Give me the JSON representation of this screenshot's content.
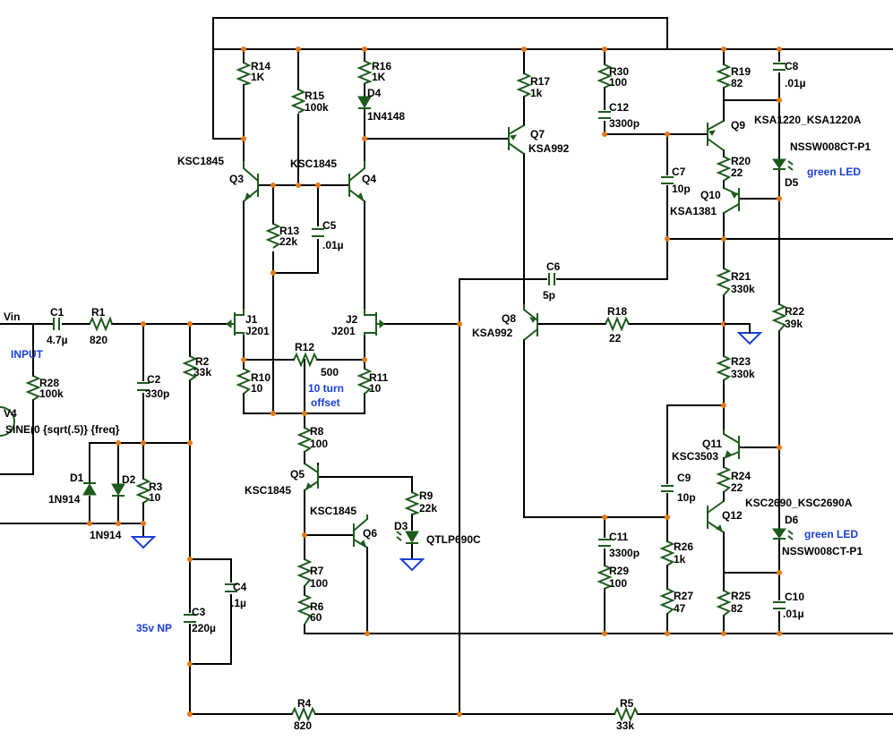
{
  "net_labels": {
    "vin": "Vin",
    "input": "INPUT"
  },
  "components": {
    "C1": {
      "ref": "C1",
      "val": "4.7µ"
    },
    "R1": {
      "ref": "R1",
      "val": "820"
    },
    "R28": {
      "ref": "R28",
      "val": "100k"
    },
    "V4": {
      "ref": "V4",
      "val": "SINE(0 {sqrt(.5)} {freq}"
    },
    "C2": {
      "ref": "C2",
      "val": "330p"
    },
    "R2": {
      "ref": "R2",
      "val": "33k"
    },
    "D1": {
      "ref": "D1",
      "val": "1N914"
    },
    "D2": {
      "ref": "D2",
      "val": "1N914"
    },
    "R3": {
      "ref": "R3",
      "val": "10"
    },
    "C3": {
      "ref": "C3",
      "val": "220µ",
      "note": "35v NP"
    },
    "C4": {
      "ref": "C4",
      "val": ".1µ"
    },
    "R4": {
      "ref": "R4",
      "val": "820"
    },
    "R5": {
      "ref": "R5",
      "val": "33k"
    },
    "R14": {
      "ref": "R14",
      "val": "1K"
    },
    "R15": {
      "ref": "R15",
      "val": "100k"
    },
    "R16": {
      "ref": "R16",
      "val": "1K"
    },
    "D4": {
      "ref": "D4",
      "val": "1N4148"
    },
    "Q3": {
      "ref": "Q3",
      "val": "KSC1845"
    },
    "Q4": {
      "ref": "Q4",
      "val": "KSC1845"
    },
    "R13": {
      "ref": "R13",
      "val": "22k"
    },
    "C5": {
      "ref": "C5",
      "val": ".01µ"
    },
    "J1": {
      "ref": "J1",
      "val": "J201"
    },
    "J2": {
      "ref": "J2",
      "val": "J201"
    },
    "R12": {
      "ref": "R12",
      "val": "500",
      "note1": "10 turn",
      "note2": "offset"
    },
    "R10": {
      "ref": "R10",
      "val": "10"
    },
    "R11": {
      "ref": "R11",
      "val": "10"
    },
    "R8": {
      "ref": "R8",
      "val": "100"
    },
    "Q5": {
      "ref": "Q5",
      "val": "KSC1845"
    },
    "Q6": {
      "ref": "Q6",
      "val": "KSC1845"
    },
    "R9": {
      "ref": "R9",
      "val": "22k"
    },
    "D3": {
      "ref": "D3",
      "val": "QTLP690C"
    },
    "R7": {
      "ref": "R7",
      "val": "100"
    },
    "R6": {
      "ref": "R6",
      "val": "60"
    },
    "R17": {
      "ref": "R17",
      "val": "1k"
    },
    "Q7": {
      "ref": "Q7",
      "val": "KSA992"
    },
    "Q8": {
      "ref": "Q8",
      "val": "KSA992"
    },
    "C6": {
      "ref": "C6",
      "val": "5p"
    },
    "R18": {
      "ref": "R18",
      "val": "22"
    },
    "R30": {
      "ref": "R30",
      "val": "100"
    },
    "C12": {
      "ref": "C12",
      "val": "3300p"
    },
    "C7": {
      "ref": "C7",
      "val": "10p"
    },
    "R19": {
      "ref": "R19",
      "val": "82"
    },
    "C8": {
      "ref": "C8",
      "val": ".01µ"
    },
    "Q9": {
      "ref": "Q9",
      "val": "KSA1220_KSA1220A"
    },
    "R20": {
      "ref": "R20",
      "val": "22"
    },
    "Q10": {
      "ref": "Q10",
      "val": "KSA1381"
    },
    "D5": {
      "ref": "D5",
      "val": "NSSW008CT-P1",
      "note": "green LED"
    },
    "R21": {
      "ref": "R21",
      "val": "330k"
    },
    "R22": {
      "ref": "R22",
      "val": "39k"
    },
    "R23": {
      "ref": "R23",
      "val": "330k"
    },
    "Q11": {
      "ref": "Q11",
      "val": "KSC3503"
    },
    "R24": {
      "ref": "R24",
      "val": "22"
    },
    "C9": {
      "ref": "C9",
      "val": "10p"
    },
    "Q12": {
      "ref": "Q12",
      "val": "KSC2690_KSC2690A"
    },
    "D6": {
      "ref": "D6",
      "val": "NSSW008CT-P1",
      "note": "green LED"
    },
    "C11": {
      "ref": "C11",
      "val": "3300p"
    },
    "R29": {
      "ref": "R29",
      "val": "100"
    },
    "R26": {
      "ref": "R26",
      "val": "1k"
    },
    "R27": {
      "ref": "R27",
      "val": "47"
    },
    "R25": {
      "ref": "R25",
      "val": "82"
    },
    "C10": {
      "ref": "C10",
      "val": ".01µ"
    }
  },
  "colors": {
    "wire": "#000000",
    "component": "#1d5a1d",
    "junction": "#e07a1a",
    "annotation": "#1a3fd6"
  }
}
